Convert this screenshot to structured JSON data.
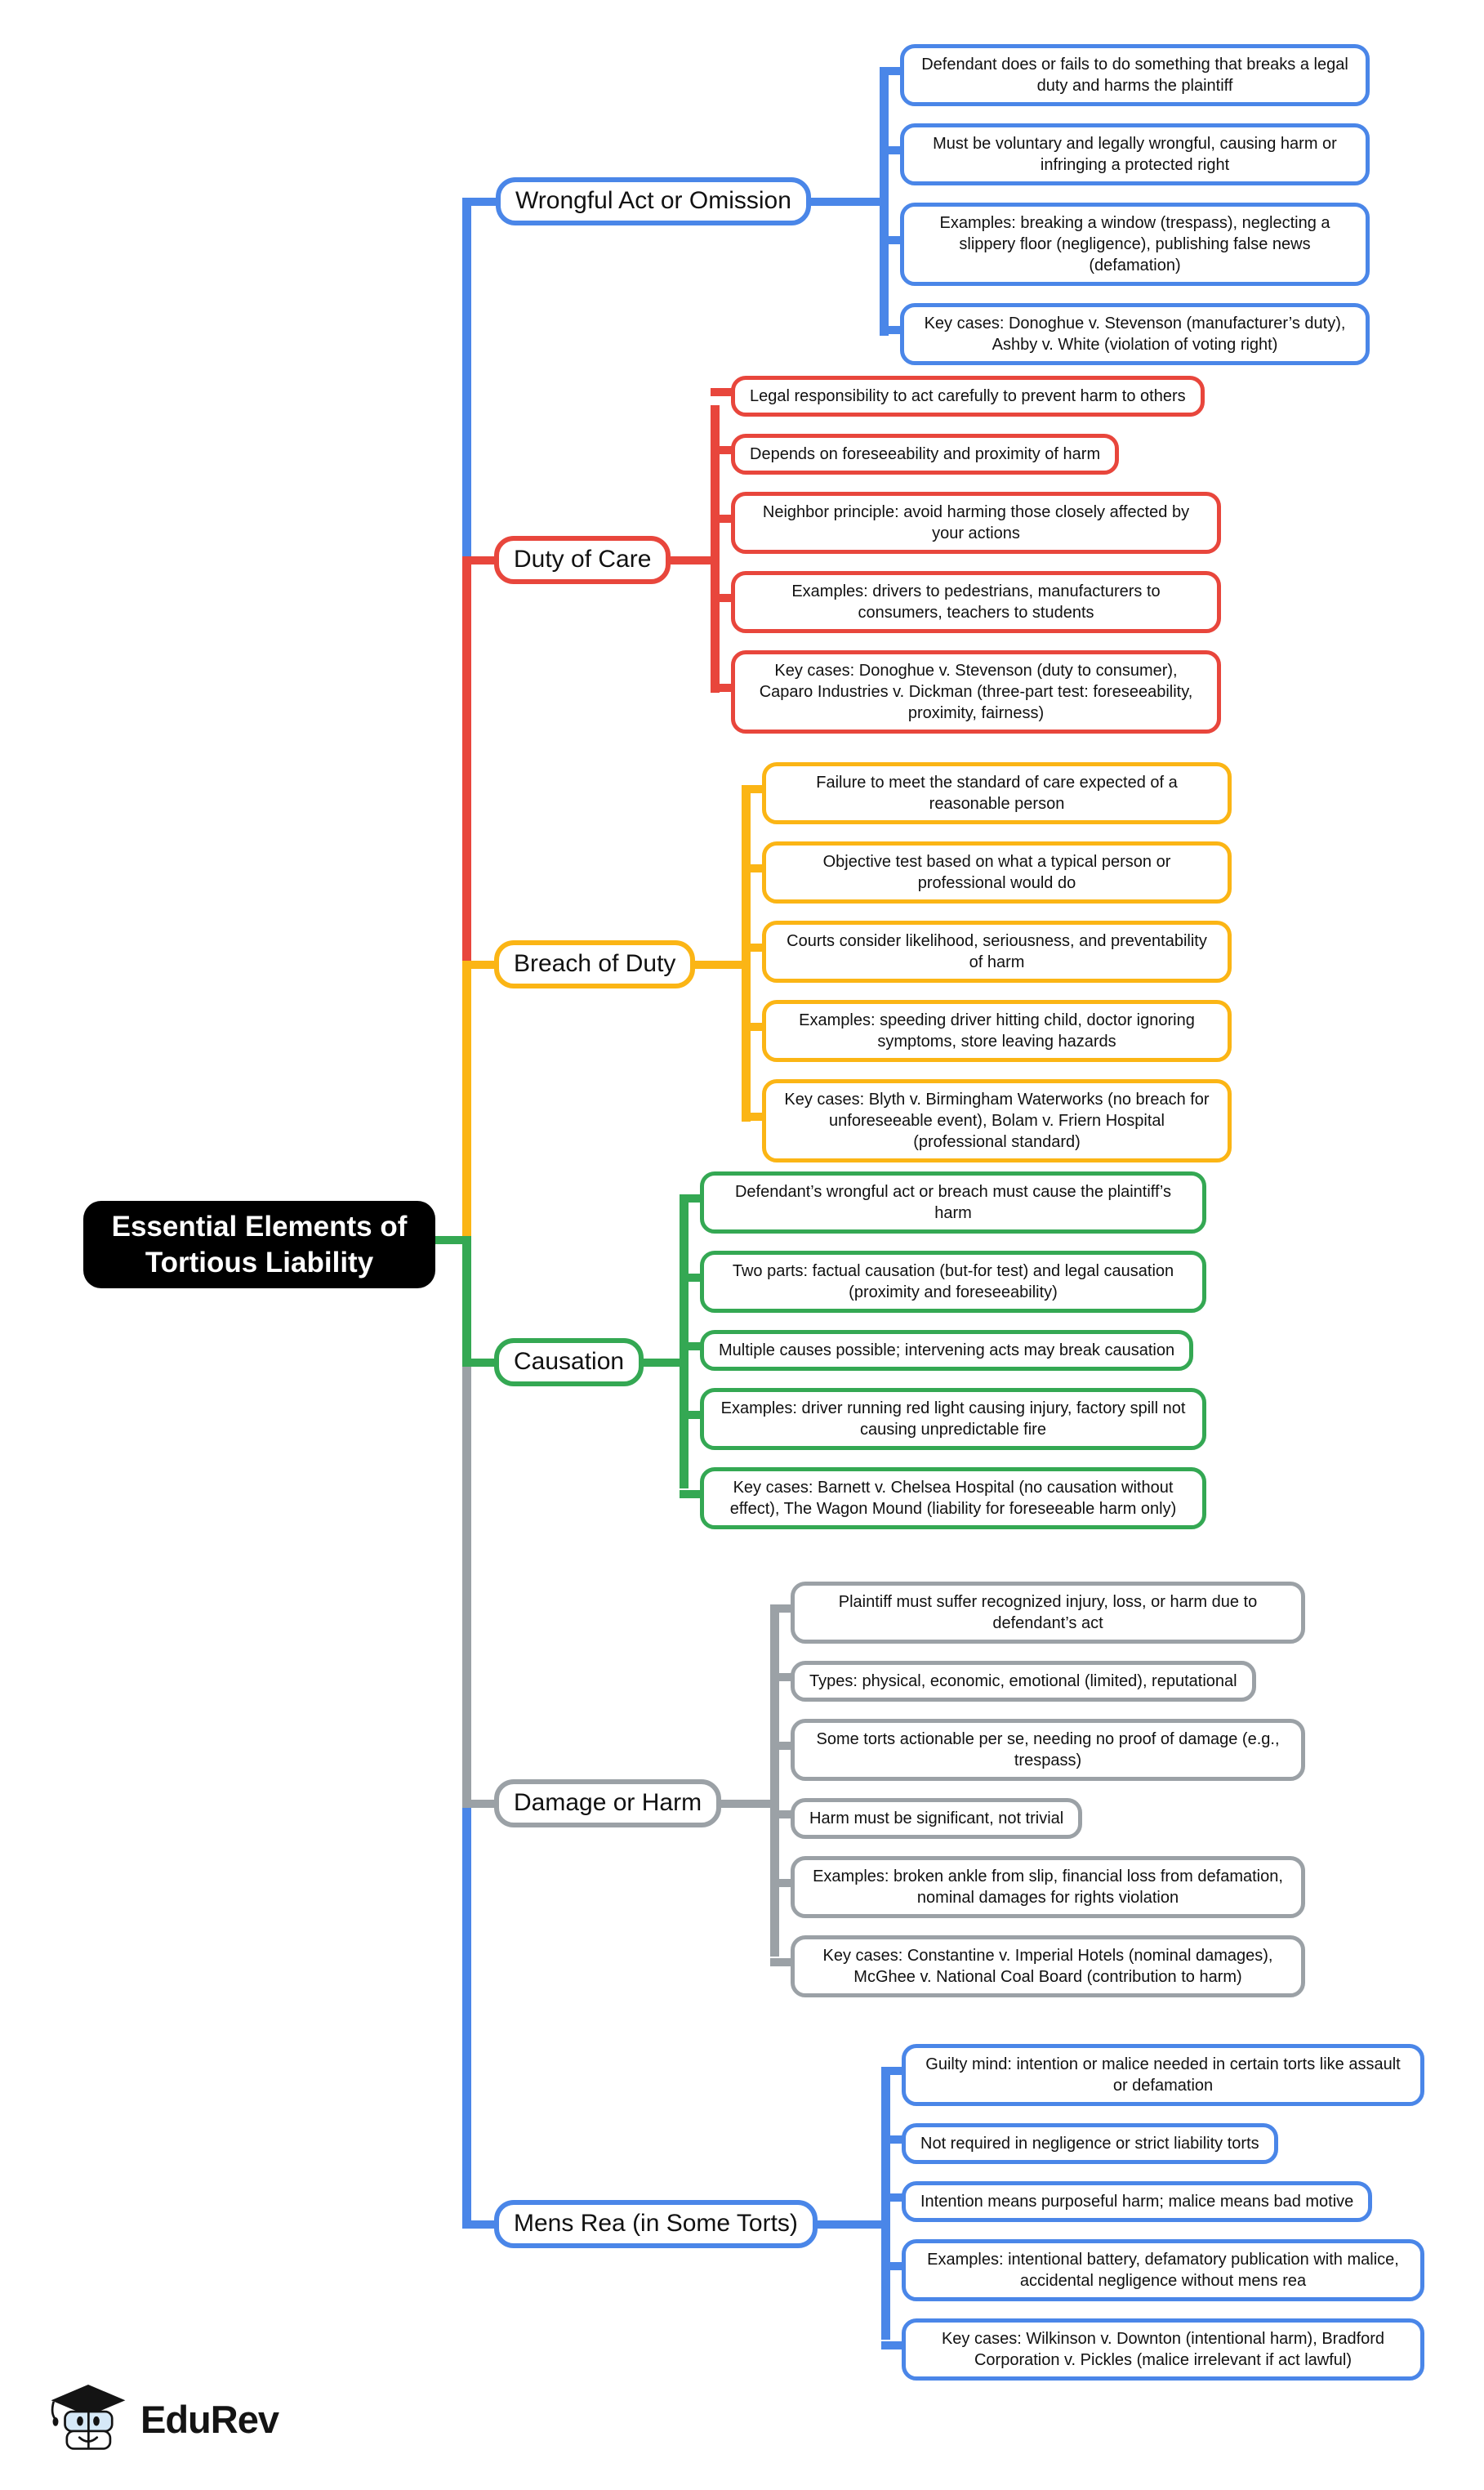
{
  "root": {
    "label": "Essential Elements of Tortious Liability",
    "bg_color": "#000000",
    "text_color": "#ffffff"
  },
  "footer": {
    "brand": "EduRev"
  },
  "branches": [
    {
      "label": "Wrongful Act or Omission",
      "color": "#4a86e8",
      "leaves": [
        "Defendant does or fails to do something that breaks a legal duty and harms the plaintiff",
        "Must be voluntary and legally wrongful, causing harm or infringing a protected right",
        "Examples: breaking a window (trespass), neglecting a slippery floor (negligence), publishing false news (defamation)",
        "Key cases: Donoghue v. Stevenson (manufacturer’s duty), Ashby v. White (violation of voting right)"
      ]
    },
    {
      "label": "Duty of Care",
      "color": "#e8463c",
      "leaves": [
        "Legal responsibility to act carefully to prevent harm to others",
        "Depends on foreseeability and proximity of harm",
        "Neighbor principle: avoid harming those closely affected by your actions",
        "Examples: drivers to pedestrians, manufacturers to consumers, teachers to students",
        "Key cases: Donoghue v. Stevenson (duty to consumer), Caparo Industries v. Dickman (three-part test: foreseeability, proximity, fairness)"
      ]
    },
    {
      "label": "Breach of Duty",
      "color": "#fbb515",
      "leaves": [
        "Failure to meet the standard of care expected of a reasonable person",
        "Objective test based on what a typical person or professional would do",
        "Courts consider likelihood, seriousness, and preventability of harm",
        "Examples: speeding driver hitting child, doctor ignoring symptoms, store leaving hazards",
        "Key cases: Blyth v. Birmingham Waterworks (no breach for unforeseeable event), Bolam v. Friern Hospital (professional standard)"
      ]
    },
    {
      "label": "Causation",
      "color": "#34a853",
      "leaves": [
        "Defendant’s wrongful act or breach must cause the plaintiff’s harm",
        "Two parts: factual causation (but-for test) and legal causation (proximity and foreseeability)",
        "Multiple causes possible; intervening acts may break causation",
        "Examples: driver running red light causing injury, factory spill not causing unpredictable fire",
        "Key cases: Barnett v. Chelsea Hospital (no causation without effect), The Wagon Mound (liability for foreseeable harm only)"
      ]
    },
    {
      "label": "Damage or Harm",
      "color": "#9ba1a6",
      "leaves": [
        "Plaintiff must suffer recognized injury, loss, or harm due to defendant’s act",
        "Types: physical, economic, emotional (limited), reputational",
        "Some torts actionable per se, needing no proof of damage (e.g., trespass)",
        "Harm must be significant, not trivial",
        "Examples: broken ankle from slip, financial loss from defamation, nominal damages for rights violation",
        "Key cases: Constantine v. Imperial Hotels (nominal damages), McGhee v. National Coal Board (contribution to harm)"
      ]
    },
    {
      "label": "Mens Rea (in Some Torts)",
      "color": "#4a86e8",
      "leaves": [
        "Guilty mind: intention or malice needed in certain torts like assault or defamation",
        "Not required in negligence or strict liability torts",
        "Intention means purposeful harm; malice means bad motive",
        "Examples: intentional battery, defamatory publication with malice, accidental negligence without mens rea",
        "Key cases: Wilkinson v. Downton (intentional harm), Bradford Corporation v. Pickles (malice irrelevant if act lawful)"
      ]
    }
  ]
}
